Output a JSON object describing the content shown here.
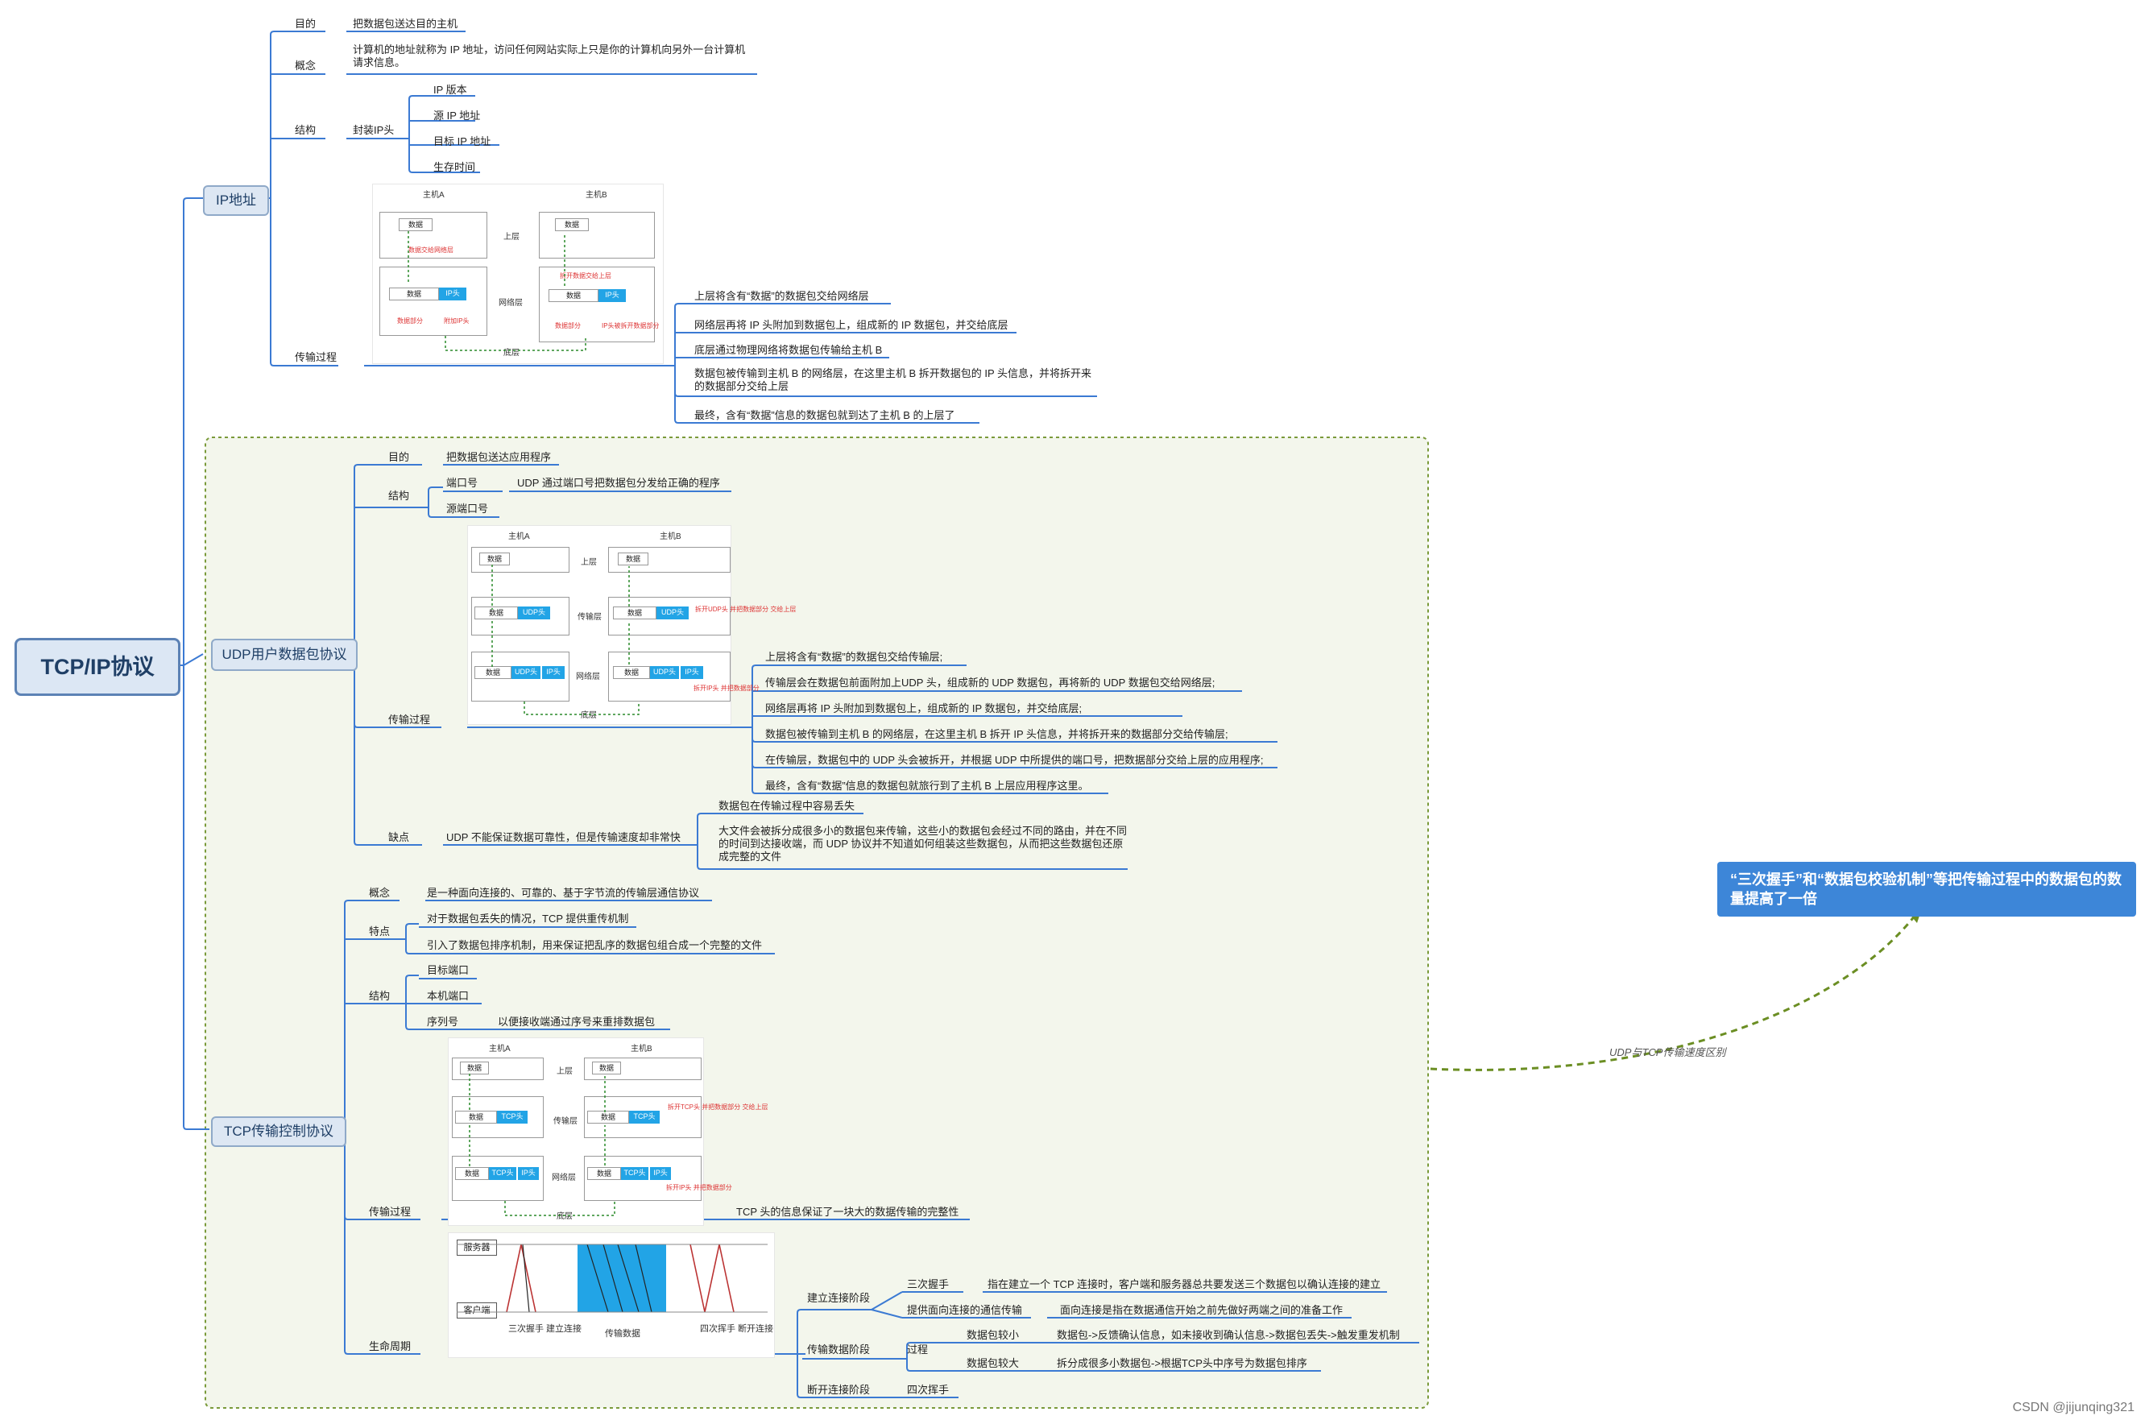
{
  "root": {
    "title": "TCP/IP协议"
  },
  "ip": {
    "title": "IP地址",
    "purpose_label": "目的",
    "purpose": "把数据包送达目的主机",
    "concept_label": "概念",
    "concept_text": "计算机的地址就称为 IP 地址，访问任何网站实际上只是你的计算机向另外一台计算机请求信息。",
    "structure_label": "结构",
    "encap_label": "封装IP头",
    "fields": [
      "IP 版本",
      "源 IP 地址",
      "目标 IP 地址",
      "生存时间"
    ],
    "transfer_label": "传输过程",
    "steps": [
      "上层将含有“数据”的数据包交给网络层",
      "网络层再将 IP 头附加到数据包上，组成新的 IP 数据包，并交给底层",
      "底层通过物理网络将数据包传输给主机 B",
      "数据包被传输到主机 B 的网络层，在这里主机 B 拆开数据包的 IP 头信息，并将拆开来的数据部分交给上层",
      "最终，含有“数据”信息的数据包就到达了主机 B 的上层了"
    ],
    "figure": {
      "host_a": "主机A",
      "host_b": "主机B",
      "upper": "上层",
      "network": "网络层",
      "bottom": "底层",
      "data": "数据",
      "iph": "IP头",
      "a_note1": "数据交给网络层",
      "a_note2": "数据部分",
      "a_note3": "附加IP头",
      "b_note1": "拆开数据交给上层",
      "b_note2": "数据部分",
      "b_note3": "IP头被拆开数据部分"
    }
  },
  "udp": {
    "title": "UDP用户数据包协议",
    "purpose_label": "目的",
    "purpose": "把数据包送达应用程序",
    "structure_label": "结构",
    "port_label": "端口号",
    "port_desc": "UDP 通过端口号把数据包分发给正确的程序",
    "src_port": "源端口号",
    "transfer_label": "传输过程",
    "steps": [
      "上层将含有“数据”的数据包交给传输层;",
      "传输层会在数据包前面附加上UDP 头，组成新的 UDP 数据包，再将新的 UDP 数据包交给网络层;",
      "网络层再将 IP 头附加到数据包上，组成新的 IP 数据包，并交给底层;",
      "数据包被传输到主机 B 的网络层，在这里主机 B 拆开 IP 头信息，并将拆开来的数据部分交给传输层;",
      "在传输层，数据包中的 UDP 头会被拆开，并根据 UDP 中所提供的端口号，把数据部分交给上层的应用程序;",
      "最终，含有“数据”信息的数据包就旅行到了主机 B 上层应用程序这里。"
    ],
    "defect_label": "缺点",
    "defect_text": "UDP 不能保证数据可靠性，但是传输速度却非常快",
    "defect_items": [
      "数据包在传输过程中容易丢失",
      "大文件会被拆分成很多小的数据包来传输，这些小的数据包会经过不同的路由，并在不同的时间到达接收端，而 UDP 协议并不知道如何组装这些数据包，从而把这些数据包还原成完整的文件"
    ],
    "figure": {
      "host_a": "主机A",
      "host_b": "主机B",
      "upper": "上层",
      "transport": "传输层",
      "network": "网络层",
      "bottom": "底层",
      "data": "数据",
      "udph": "UDP头",
      "iph": "IP头",
      "b_note1": "拆开UDP头 并把数据部分 交给上层",
      "b_note2": "拆开IP头 并把数据部分"
    }
  },
  "tcp": {
    "title": "TCP传输控制协议",
    "concept_label": "概念",
    "concept_text": "是一种面向连接的、可靠的、基于字节流的传输层通信协议",
    "feature_label": "特点",
    "features": [
      "对于数据包丢失的情况，TCP 提供重传机制",
      "引入了数据包排序机制，用来保证把乱序的数据包组合成一个完整的文件"
    ],
    "structure_label": "结构",
    "fields": [
      "目标端口",
      "本机端口",
      "序列号"
    ],
    "seq_desc": "以便接收端通过序号来重排数据包",
    "transfer_label": "传输过程",
    "transfer_note": "TCP 头的信息保证了一块大的数据传输的完整性",
    "lifecycle_label": "生命周期",
    "phase_connect": "建立连接阶段",
    "handshake": "三次握手",
    "handshake_desc": "指在建立一个 TCP 连接时，客户端和服务器总共要发送三个数据包以确认连接的建立",
    "conn_oriented": "提供面向连接的通信传输",
    "conn_oriented_desc": "面向连接是指在数据通信开始之前先做好两端之间的准备工作",
    "phase_transfer": "传输数据阶段",
    "process_label": "过程",
    "small_label": "数据包较小",
    "small_desc": "数据包->反馈确认信息，如未接收到确认信息->数据包丢失->触发重发机制",
    "large_label": "数据包较大",
    "large_desc": "拆分成很多小数据包->根据TCP头中序号为数据包排序",
    "phase_close": "断开连接阶段",
    "wave": "四次挥手",
    "figure": {
      "host_a": "主机A",
      "host_b": "主机B",
      "upper": "上层",
      "transport": "传输层",
      "network": "网络层",
      "bottom": "底层",
      "data": "数据",
      "tcph": "TCP头",
      "iph": "IP头",
      "b_note1": "拆开TCP头 并把数据部分 交给上层",
      "b_note2": "拆开IP头 并把数据部分"
    },
    "life_figure": {
      "server": "服务器",
      "client": "客户端",
      "hs": "三次握手 建立连接",
      "tx": "传输数据",
      "close": "四次挥手 断开连接"
    }
  },
  "callout": {
    "text": "“三次握手”和“数据包校验机制”等把传输过程中的数据包的数量提高了一倍",
    "edge_label": "UDP与TCP传输速度区别"
  },
  "footer": "CSDN @jijunqing321",
  "colors": {
    "line": "#3b7ad3",
    "dashed_green": "#6b8e23",
    "panel_bg": "#f1f5ea",
    "box_border": "#8fa9c8"
  }
}
